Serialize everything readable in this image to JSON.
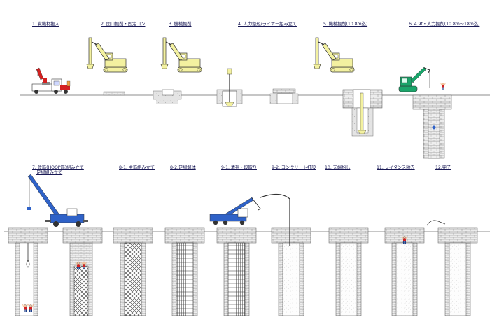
{
  "steps": [
    {
      "label": "1. 資機材搬入"
    },
    {
      "label": "2. 開口掘削・固定コン"
    },
    {
      "label": "3. 機械掘削"
    },
    {
      "label": "4. 人力整形/ライナー組み立て"
    },
    {
      "label": "5. 機械掘削(10.8m迄)"
    },
    {
      "label": "6. 4.9t・人力掘削(10.8m～18m迄)"
    },
    {
      "label": "7. 鉄筋(HOOP筋)組み立て"
    },
    {
      "label": "足場組み立て"
    },
    {
      "label": "8-1. 主筋組み立て"
    },
    {
      "label": "8-2.足場解体"
    },
    {
      "label": "9-1. 清掃・段取り"
    },
    {
      "label": "9-2. コンクリート打設"
    },
    {
      "label": "10. 天端均し"
    },
    {
      "label": "11. レイタンス除去"
    },
    {
      "label": "12.完了"
    }
  ],
  "colors": {
    "excavator": "#f3f1a0",
    "crane_red": "#d42020",
    "crane_blue": "#2f62c8",
    "mini_excavator": "#1aa56a",
    "ground_line": "#666666",
    "label_text": "#1a1a55"
  },
  "icons": [
    "truck-crane-icon",
    "excavator-icon",
    "mini-excavator-icon",
    "rough-terrain-crane-icon",
    "pump-truck-icon",
    "worker-icon"
  ]
}
